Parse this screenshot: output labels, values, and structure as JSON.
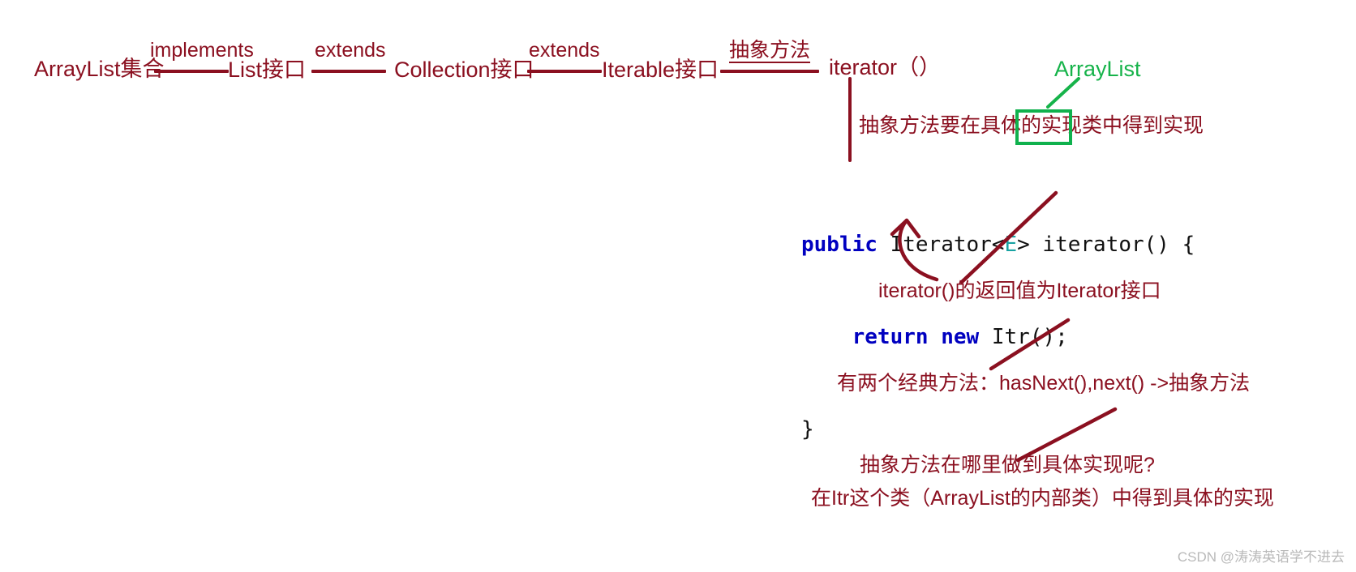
{
  "diagram": {
    "chain": {
      "nodes": [
        {
          "text": "ArrayList集合"
        },
        {
          "text": "List接口"
        },
        {
          "text": "Collection接口"
        },
        {
          "text": "Iterable接口"
        },
        {
          "text": "iterator（）"
        }
      ],
      "connectors": [
        {
          "label": "implements"
        },
        {
          "label": "extends"
        },
        {
          "label": "extends"
        },
        {
          "label": "抽象方法"
        }
      ]
    },
    "highlight": {
      "label": "ArrayList",
      "boxed_text": "实现类",
      "color": "#16b34a"
    },
    "notes": [
      {
        "text": "抽象方法要在具体的实现类中得到实现"
      },
      {
        "text": "iterator()的返回值为Iterator接口"
      },
      {
        "text": "有两个经典方法：hasNext(),next() ->抽象方法"
      },
      {
        "text": "抽象方法在哪里做到具体实现呢?"
      },
      {
        "text": "在Itr这个类（ArrayList的内部类）中得到具体的实现"
      }
    ],
    "note_split": {
      "line1_prefix": "抽象方法要在具体的",
      "line1_boxed": "实现类",
      "line1_suffix": "中得到实现"
    },
    "code": {
      "line1": {
        "kw1": "public",
        "t1": " Iterator<",
        "generic": "E",
        "t2": "> iterator() {"
      },
      "line2": {
        "indent": "    ",
        "kw1": "return",
        "space": " ",
        "kw2": "new",
        "t1": " Itr();"
      },
      "line3": {
        "text": "}"
      }
    },
    "colors": {
      "ink": "#8b1020",
      "green": "#16b34a",
      "keyword": "#0000c0",
      "generic": "#19a3a3"
    }
  },
  "watermark": {
    "text": "CSDN @涛涛英语学不进去"
  }
}
